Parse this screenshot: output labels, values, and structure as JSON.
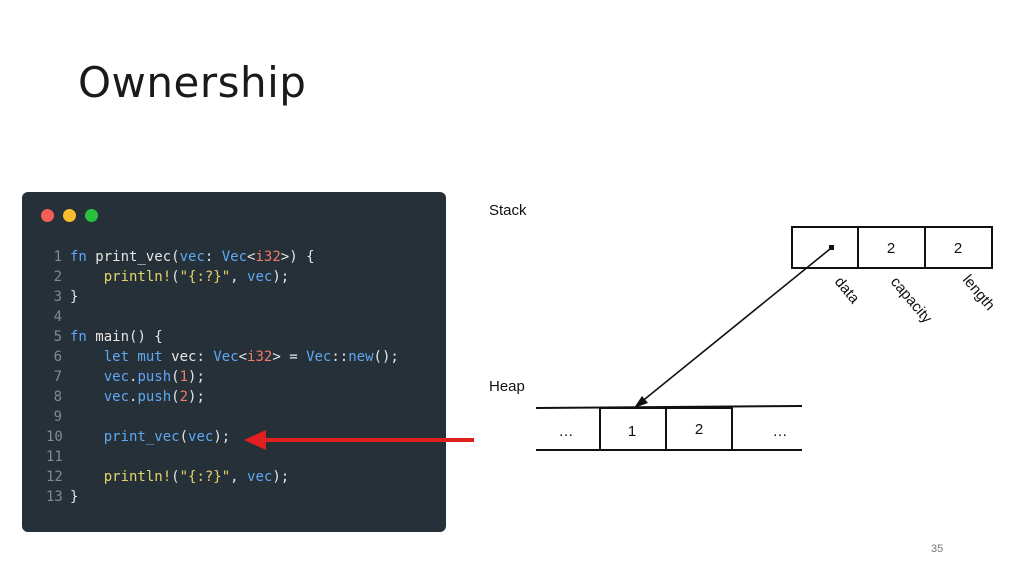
{
  "title": "Ownership",
  "code": {
    "lines": [
      {
        "num": "1",
        "parts": [
          {
            "t": "fn ",
            "c": "kw"
          },
          {
            "t": "print_vec",
            "c": "fn"
          },
          {
            "t": "(",
            "c": ""
          },
          {
            "t": "vec",
            "c": "kw"
          },
          {
            "t": ": ",
            "c": ""
          },
          {
            "t": "Vec",
            "c": "ty"
          },
          {
            "t": "<",
            "c": ""
          },
          {
            "t": "i32",
            "c": "gen"
          },
          {
            "t": ">) {",
            "c": ""
          }
        ]
      },
      {
        "num": "2",
        "parts": [
          {
            "t": "    println!",
            "c": "mac"
          },
          {
            "t": "(",
            "c": ""
          },
          {
            "t": "\"{:?}\"",
            "c": "str"
          },
          {
            "t": ", ",
            "c": ""
          },
          {
            "t": "vec",
            "c": "kw"
          },
          {
            "t": ");",
            "c": ""
          }
        ]
      },
      {
        "num": "3",
        "parts": [
          {
            "t": "}",
            "c": ""
          }
        ]
      },
      {
        "num": "4",
        "parts": []
      },
      {
        "num": "5",
        "parts": [
          {
            "t": "fn ",
            "c": "kw"
          },
          {
            "t": "main",
            "c": "fn"
          },
          {
            "t": "() {",
            "c": ""
          }
        ]
      },
      {
        "num": "6",
        "parts": [
          {
            "t": "    let mut ",
            "c": "kw"
          },
          {
            "t": "vec: ",
            "c": ""
          },
          {
            "t": "Vec",
            "c": "ty"
          },
          {
            "t": "<",
            "c": ""
          },
          {
            "t": "i32",
            "c": "gen"
          },
          {
            "t": "> = ",
            "c": ""
          },
          {
            "t": "Vec",
            "c": "ty"
          },
          {
            "t": "::",
            "c": ""
          },
          {
            "t": "new",
            "c": "kw"
          },
          {
            "t": "();",
            "c": ""
          }
        ]
      },
      {
        "num": "7",
        "parts": [
          {
            "t": "    vec",
            "c": "kw"
          },
          {
            "t": ".",
            "c": ""
          },
          {
            "t": "push",
            "c": "kw"
          },
          {
            "t": "(",
            "c": ""
          },
          {
            "t": "1",
            "c": "num"
          },
          {
            "t": ");",
            "c": ""
          }
        ]
      },
      {
        "num": "8",
        "parts": [
          {
            "t": "    vec",
            "c": "kw"
          },
          {
            "t": ".",
            "c": ""
          },
          {
            "t": "push",
            "c": "kw"
          },
          {
            "t": "(",
            "c": ""
          },
          {
            "t": "2",
            "c": "num"
          },
          {
            "t": ");",
            "c": ""
          }
        ]
      },
      {
        "num": "9",
        "parts": []
      },
      {
        "num": "10",
        "parts": [
          {
            "t": "    print_vec",
            "c": "kw"
          },
          {
            "t": "(",
            "c": ""
          },
          {
            "t": "vec",
            "c": "kw"
          },
          {
            "t": ");",
            "c": ""
          }
        ]
      },
      {
        "num": "11",
        "parts": []
      },
      {
        "num": "12",
        "parts": [
          {
            "t": "    println!",
            "c": "mac"
          },
          {
            "t": "(",
            "c": ""
          },
          {
            "t": "\"{:?}\"",
            "c": "str"
          },
          {
            "t": ", ",
            "c": ""
          },
          {
            "t": "vec",
            "c": "kw"
          },
          {
            "t": ");",
            "c": ""
          }
        ]
      },
      {
        "num": "13",
        "parts": [
          {
            "t": "}",
            "c": ""
          }
        ]
      }
    ]
  },
  "diagram": {
    "stack_label": "Stack",
    "heap_label": "Heap",
    "stack_cells": [
      "",
      "2",
      "2"
    ],
    "field_labels": [
      "data",
      "capacity",
      "length"
    ],
    "heap_cells": [
      "…",
      "1",
      "2",
      "…"
    ]
  },
  "page_number": "35",
  "colors": {
    "arrow_red": "#e02020",
    "code_bg": "#263038"
  }
}
